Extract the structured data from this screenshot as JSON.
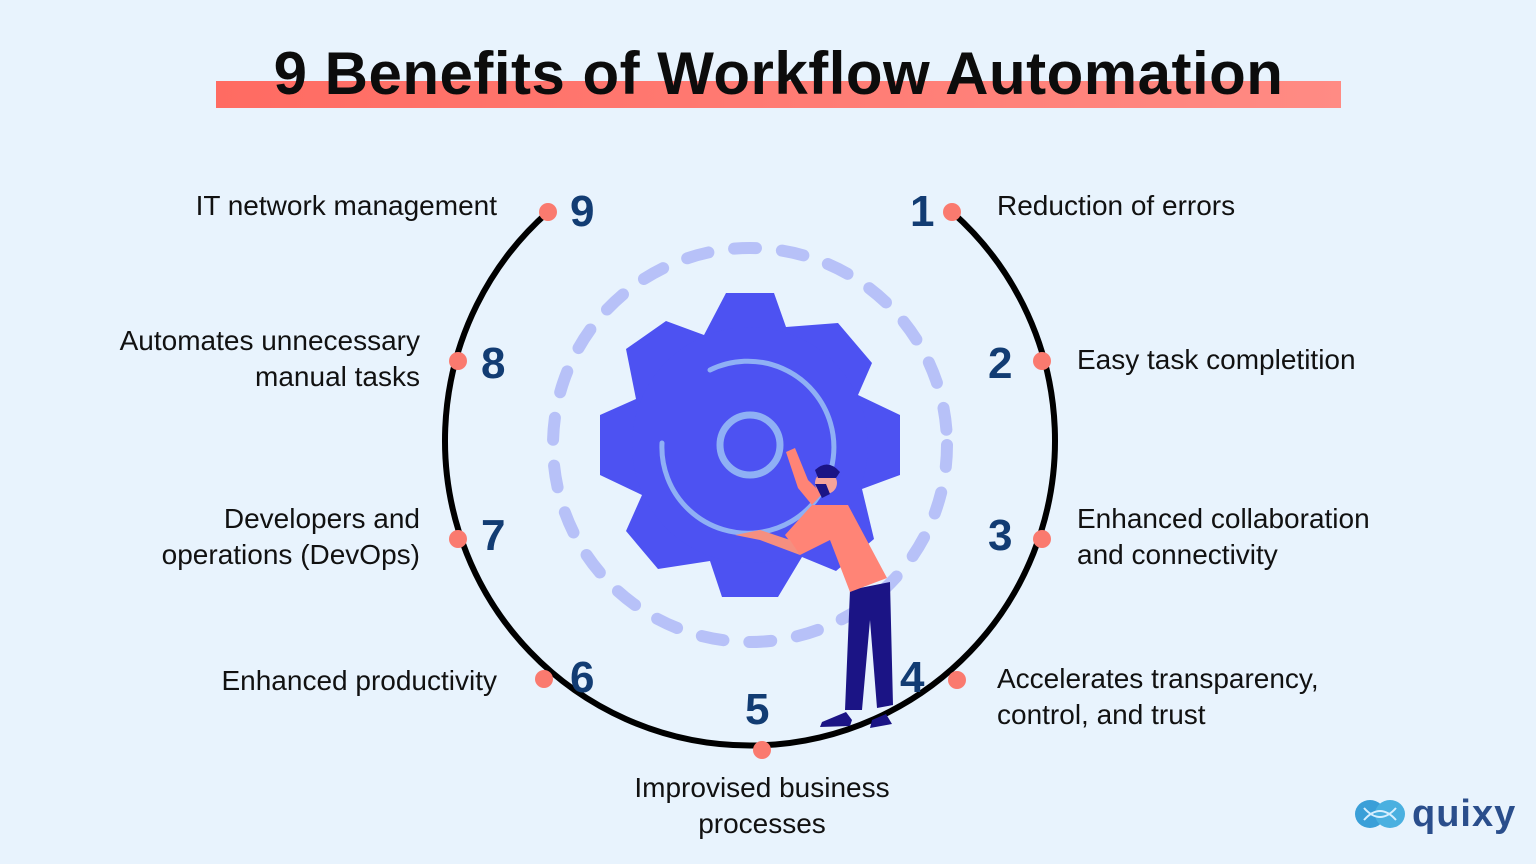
{
  "title": "9 Benefits of Workflow Automation",
  "colors": {
    "background": "#e8f3fd",
    "title_highlight": "#ff7a72",
    "number": "#123c73",
    "dot": "#fa7a6f",
    "arc": "#000000",
    "gear": "#4d52f2",
    "gear_rings": "#8fb0f5",
    "dashed_circle": "#b7c1f8"
  },
  "benefits": [
    {
      "number": "1",
      "label_line1": "Reduction of errors",
      "label_line2": ""
    },
    {
      "number": "2",
      "label_line1": "Easy task completition",
      "label_line2": ""
    },
    {
      "number": "3",
      "label_line1": "Enhanced collaboration",
      "label_line2": "and connectivity"
    },
    {
      "number": "4",
      "label_line1": "Accelerates transparency,",
      "label_line2": "control, and trust"
    },
    {
      "number": "5",
      "label_line1": "Improvised business",
      "label_line2": "processes"
    },
    {
      "number": "6",
      "label_line1": "Enhanced productivity",
      "label_line2": ""
    },
    {
      "number": "7",
      "label_line1": "Developers and",
      "label_line2": "operations (DevOps)"
    },
    {
      "number": "8",
      "label_line1": "Automates unnecessary",
      "label_line2": "manual tasks"
    },
    {
      "number": "9",
      "label_line1": "IT network management",
      "label_line2": ""
    }
  ],
  "illustration": {
    "central_icon": "gear-icon",
    "figure": "person-pushing-gear"
  },
  "logo": {
    "icon": "infinity-loop-icon",
    "text": "quixy"
  }
}
